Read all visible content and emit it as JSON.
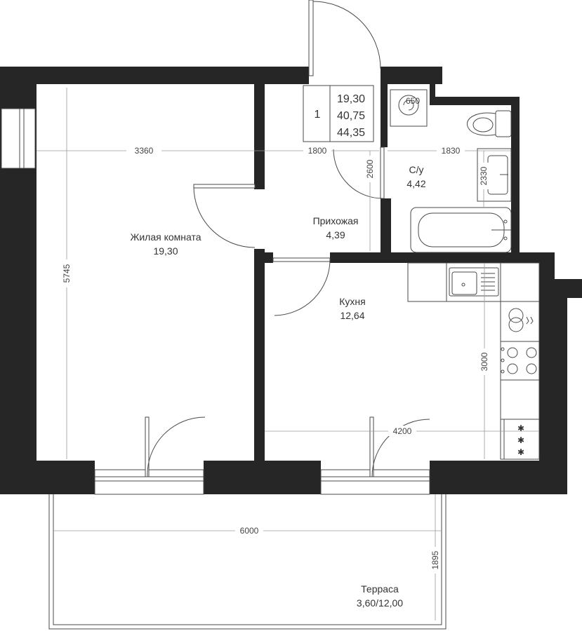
{
  "unit_table": {
    "rooms_count": "1",
    "living_area": "19,30",
    "total_area": "40,75",
    "total_with_terrace": "44,35"
  },
  "rooms": {
    "living": {
      "name": "Жилая комната",
      "area": "19,30"
    },
    "hallway": {
      "name": "Прихожая",
      "area": "4,39"
    },
    "bathroom": {
      "name": "С/у",
      "area": "4,42"
    },
    "kitchen": {
      "name": "Кухня",
      "area": "12,64"
    },
    "terrace": {
      "name": "Терраса",
      "area": "3,60/12,00"
    }
  },
  "dimensions": {
    "living_width": "3360",
    "living_depth": "5745",
    "hall_width": "1800",
    "hall_depth": "2600",
    "bath_width": "1830",
    "bath_depth": "2330",
    "kitchen_width": "4200",
    "kitchen_depth": "3000",
    "terrace_width": "6000",
    "terrace_depth": "1895",
    "washer_size": "650"
  },
  "colors": {
    "wall": "#262626",
    "line": "#4a4a4a",
    "dimension": "#9a9a9a"
  }
}
